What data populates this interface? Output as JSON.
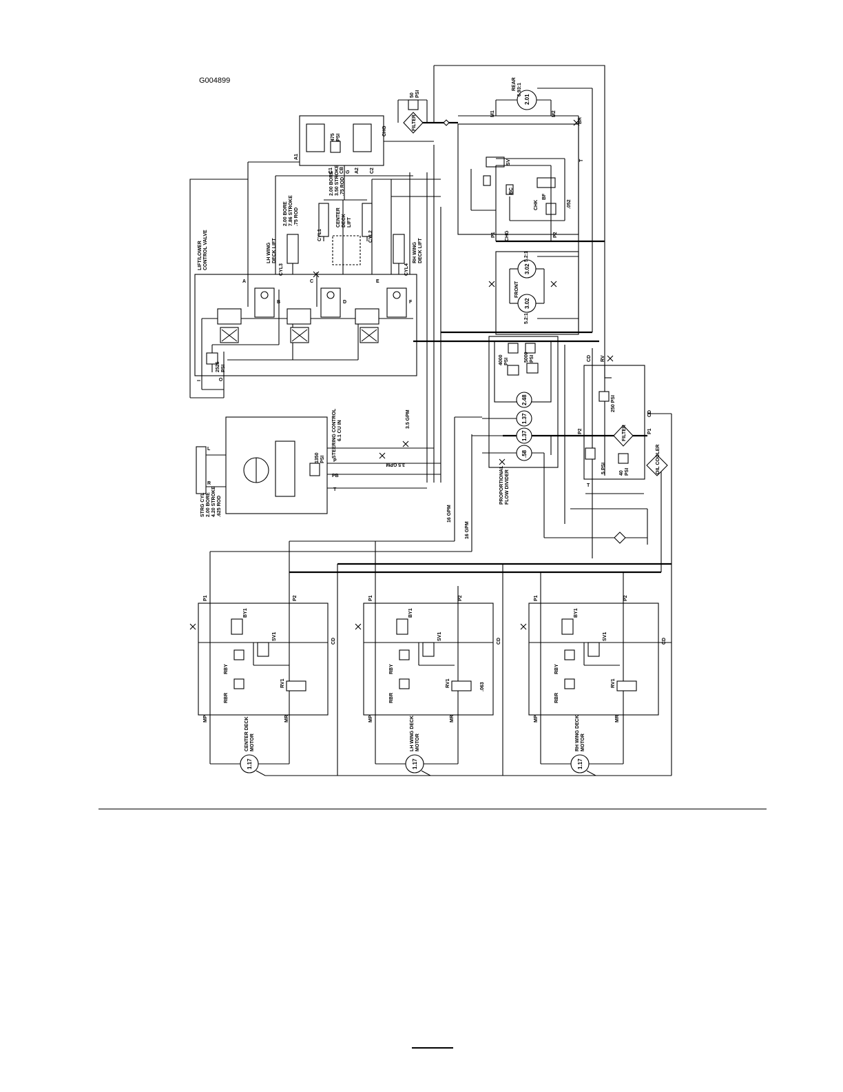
{
  "doc_id": "G004899",
  "labels": {
    "lift_lower": "LIFT/LOWER",
    "control_valve": "CONTROL VALVE",
    "lh_wing": "LH WING",
    "deck_lift": "DECK LIFT",
    "rh_wing": "RH WING",
    "center": "CENTER",
    "deck": "DECK",
    "lift": "LIFT",
    "bore_200": "2.00 BORE",
    "stroke_786": "7.86 STROKE",
    "rod_75": ".75 ROD",
    "stroke_350": "3.50 STROKE",
    "psi_475": "475",
    "psi": "PSI",
    "psi_50": "50",
    "psi_2525": "2525",
    "psi_1350": "1350",
    "psi_4000": "4000",
    "psi_5000": "5000",
    "psi_250": "250 PSI",
    "psi_5": "5 PSI",
    "psi_40": "40",
    "steering_control": "STEERING CONTROL",
    "cu_in": "6.1 CU IN",
    "strg_cyl": "STRG CYL",
    "bore_strg": "2.00 BORE",
    "stroke_420": "4.20 STROKE",
    "rod_625": ".625 ROD",
    "gpm_35": "3.5 GPM",
    "gpm_16": "16 GPM",
    "rear": "REAR",
    "ratio_rear": "6.93:1",
    "front": "FRONT",
    "ratio_front": "5.2:1",
    "pump_201": "2.01",
    "pump_302": "3.02",
    "pump_137": "1.37",
    "pump_058": ".58",
    "pump_248": "2.48",
    "motor_117": "1.17",
    "orifice_052": ".052",
    "orifice_063": ".063",
    "prop_flow": "PROPORTIONAL",
    "flow_divider": "FLOW DIVIDER",
    "center_deck_motor": "CENTER DECK",
    "lh_wing_deck_motor": "LH WING DECK",
    "rh_wing_deck_motor": "RH WING DECK",
    "motor": "MOTOR",
    "filter": "FILTER",
    "oil_cooler": "OIL COOLER",
    "port_a": "A",
    "port_b": "B",
    "port_c": "C",
    "port_d": "D",
    "port_e": "E",
    "port_f": "F",
    "port_a1": "A1",
    "port_a2": "A2",
    "port_c1": "C1",
    "port_c2": "C2",
    "port_cb": "CB",
    "port_g": "G",
    "port_cyl1": "CYL1",
    "port_cyl2": "CYL2",
    "port_cyl3": "CYL3",
    "port_cyl4": "CYL4",
    "port_chg": "CHG",
    "port_p": "P",
    "port_pb": "PB",
    "port_t": "T",
    "port_l": "L",
    "port_r": "R",
    "port_i": "I",
    "port_o": "O",
    "port_cd": "CD",
    "port_rv": "RV",
    "port_p1": "P1",
    "port_p2": "P2",
    "port_mp": "MP",
    "port_mr": "MR",
    "port_by1": "BY1",
    "port_sv1": "SV1",
    "port_rv1": "RV1",
    "port_rby": "RBY",
    "port_rbr": "RBR",
    "port_psi2": "PSI",
    "port_m1": "M1",
    "port_m2": "M2",
    "port_br": "BR",
    "port_chk": "CHK",
    "port_sv": "SV",
    "port_bc": "BC",
    "port_bf": "BF"
  }
}
